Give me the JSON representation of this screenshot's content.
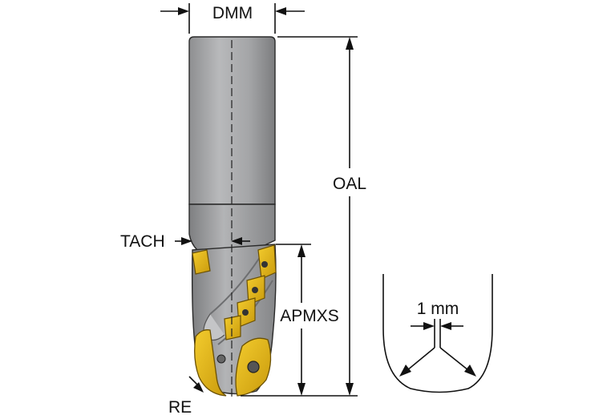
{
  "labels": {
    "dmm": "DMM",
    "oal": "OAL",
    "tach": "TACH",
    "apmxs": "APMXS",
    "re": "RE",
    "detail_gap": "1 mm"
  },
  "colors": {
    "body_gray": "#a9aaab",
    "body_shadow": "#7f8082",
    "insert_yellow": "#e9b817",
    "insert_dark": "#8a6a08",
    "line": "#111111"
  }
}
